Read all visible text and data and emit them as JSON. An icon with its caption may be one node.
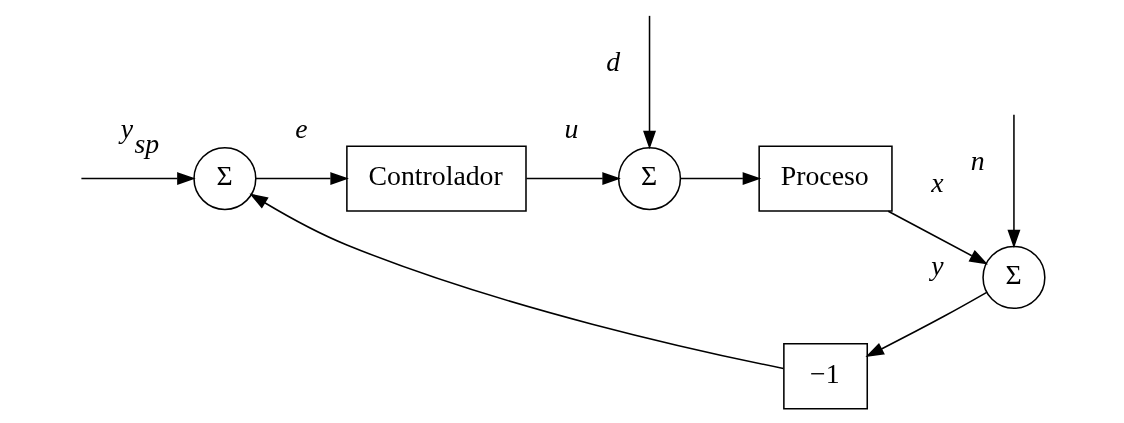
{
  "diagram": {
    "nodes": [
      {
        "text": [
          "Σ"
        ]
      },
      {
        "text": [
          "Controlador"
        ]
      },
      {
        "text": [
          "Σ"
        ]
      },
      {
        "text": [
          "Proceso"
        ]
      },
      {
        "text": [
          "Σ"
        ]
      },
      {
        "text": [
          "−1"
        ]
      }
    ],
    "edges": [
      {
        "from": null,
        "to": 0,
        "arrow": "to",
        "label": "y$_{sp}$"
      },
      {
        "from": 0,
        "to": 1,
        "arrow": "to",
        "label": "e"
      },
      {
        "from": 1,
        "to": 2,
        "arrow": "to",
        "label": "u"
      },
      {
        "from": null,
        "to": 2,
        "arrow": "to",
        "label": "d"
      },
      {
        "from": 2,
        "to": 3,
        "arrow": "to"
      },
      {
        "from": 3,
        "to": 4,
        "arrow": "to",
        "label": "x"
      },
      {
        "from": null,
        "to": 4,
        "arrow": "to",
        "label": "n"
      },
      {
        "from": 4,
        "to": 5,
        "arrow": "to",
        "label": "y"
      },
      {
        "from": 5,
        "to": 0,
        "arrow": "to"
      }
    ]
  }
}
